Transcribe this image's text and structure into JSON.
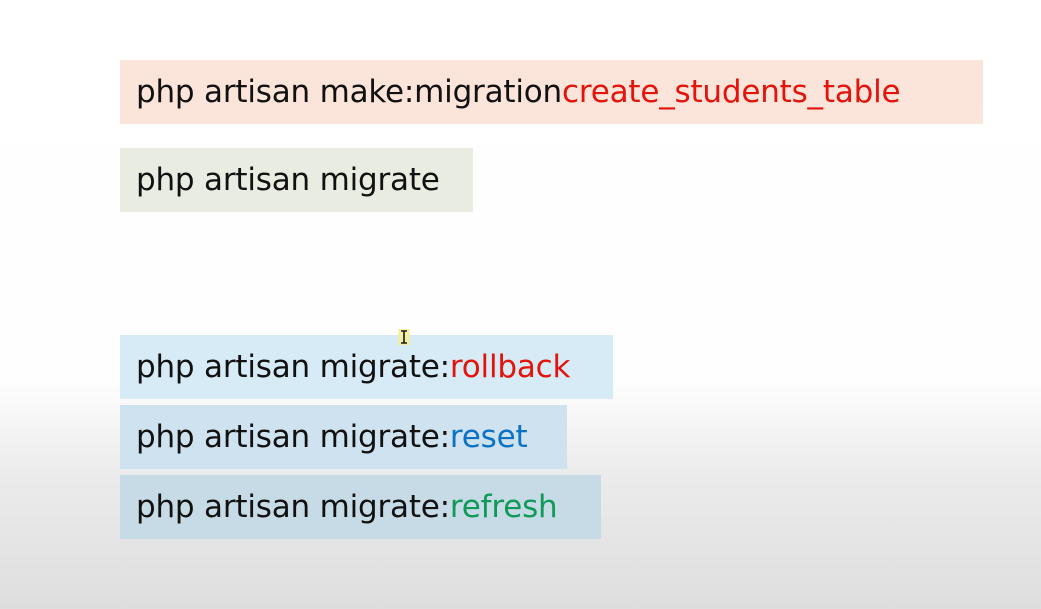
{
  "commands": {
    "make_migration": {
      "prefix": "php artisan make:migration ",
      "accent": "create_students_table",
      "accent_color": "#e2140c"
    },
    "migrate": {
      "prefix": "php artisan migrate"
    },
    "rollback": {
      "prefix": "php artisan migrate:",
      "accent": "rollback",
      "accent_color": "#e2140c"
    },
    "reset": {
      "prefix": "php artisan migrate:",
      "accent": "reset",
      "accent_color": "#0b72c4"
    },
    "refresh": {
      "prefix": "php artisan migrate:",
      "accent": "refresh",
      "accent_color": "#0f9a5a"
    }
  },
  "icons": {
    "cursor": "text-cursor-icon"
  }
}
